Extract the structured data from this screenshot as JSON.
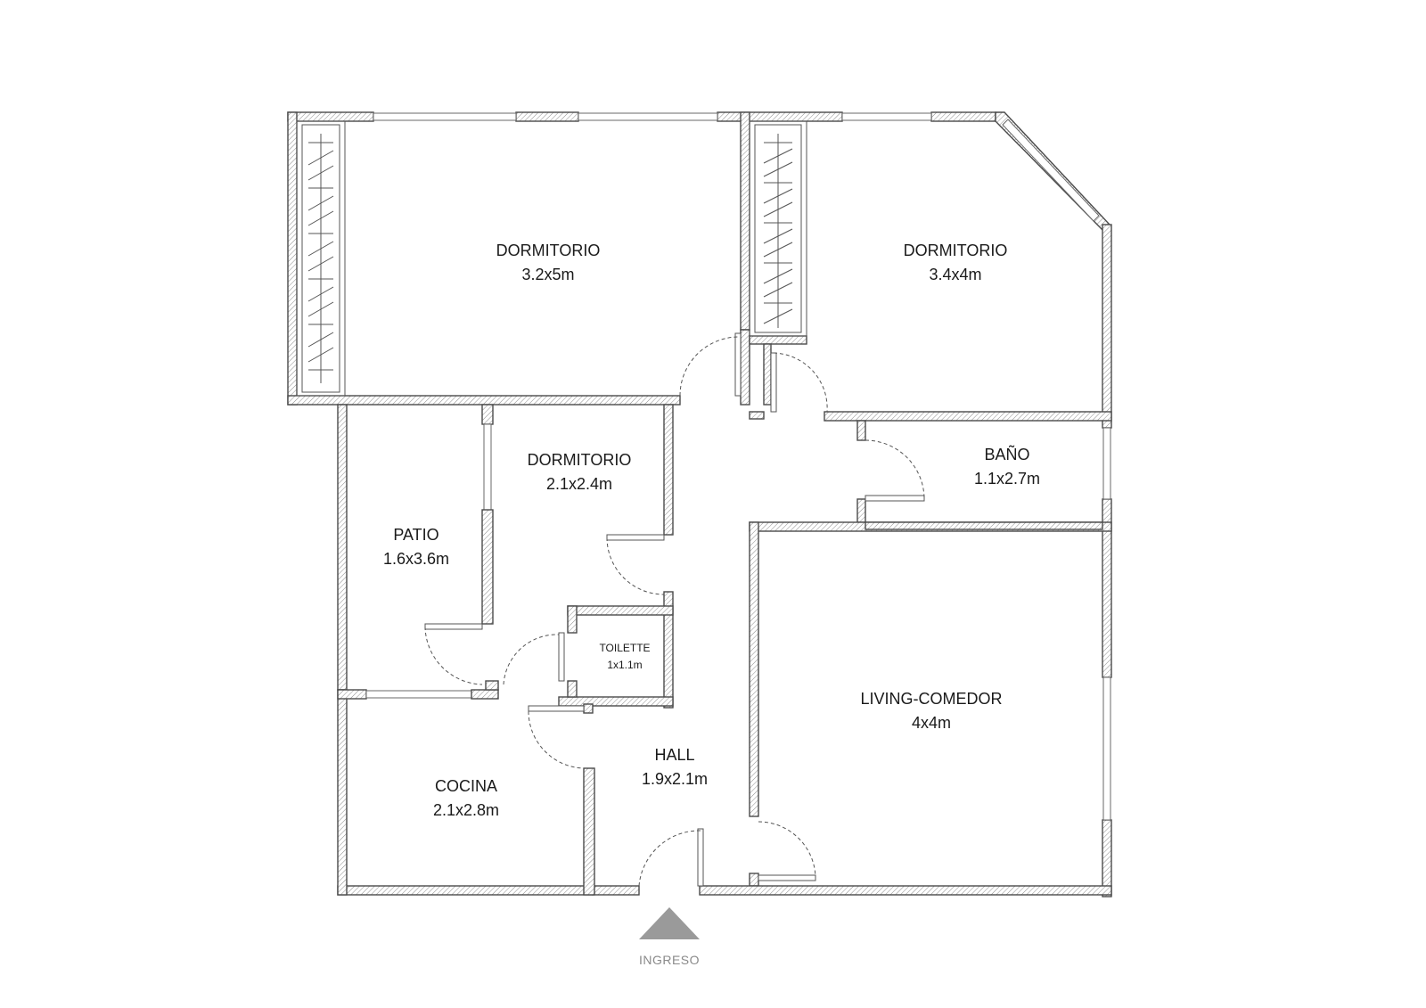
{
  "floorplan": {
    "rooms": [
      {
        "id": "dormitorio-1",
        "name": "DORMITORIO",
        "size": "3.2x5m"
      },
      {
        "id": "dormitorio-2",
        "name": "DORMITORIO",
        "size": "3.4x4m"
      },
      {
        "id": "dormitorio-3",
        "name": "DORMITORIO",
        "size": "2.1x2.4m"
      },
      {
        "id": "bano",
        "name": "BAÑO",
        "size": "1.1x2.7m"
      },
      {
        "id": "patio",
        "name": "PATIO",
        "size": "1.6x3.6m"
      },
      {
        "id": "toilette",
        "name": "TOILETTE",
        "size": "1x1.1m"
      },
      {
        "id": "living",
        "name": "LIVING-COMEDOR",
        "size": "4x4m"
      },
      {
        "id": "hall",
        "name": "HALL",
        "size": "1.9x2.1m"
      },
      {
        "id": "cocina",
        "name": "COCINA",
        "size": "2.1x2.8m"
      }
    ],
    "entrance": {
      "label": "INGRESO",
      "marker_icon": "triangle-entry-icon",
      "marker_color": "#9a9a9a"
    },
    "colors": {
      "wall_outline": "#4a4a4a",
      "hatch": "#8c8c8c",
      "text": "#1a1a1a"
    }
  }
}
